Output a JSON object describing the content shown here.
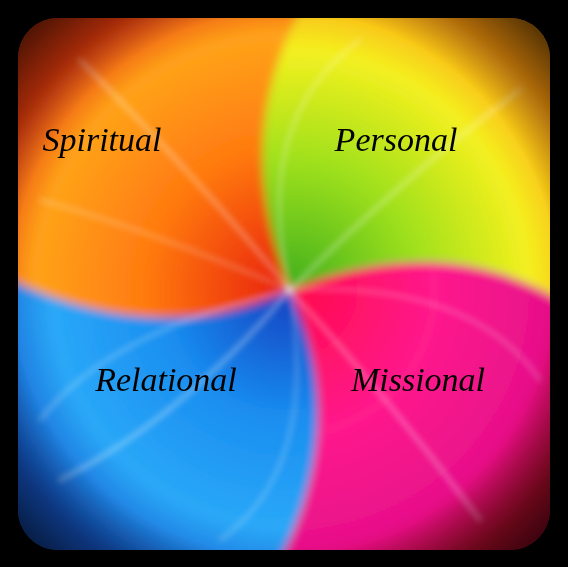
{
  "diagram": {
    "labels": [
      "Spiritual",
      "Personal",
      "Relational",
      "Missional"
    ]
  }
}
